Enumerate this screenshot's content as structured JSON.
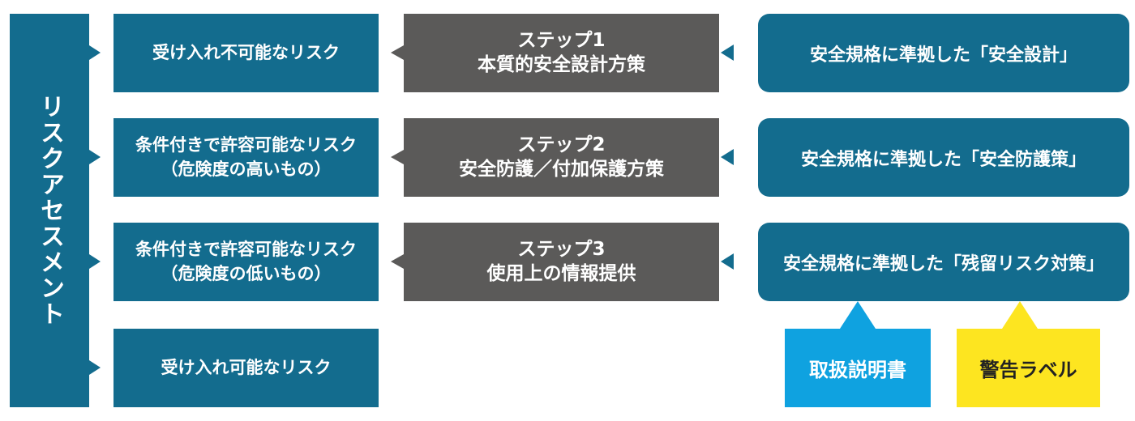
{
  "risk_assessment_label": "リスクアセスメント",
  "risk_levels": [
    {
      "line1": "受け入れ不可能なリスク",
      "line2": ""
    },
    {
      "line1": "条件付きで許容可能なリスク",
      "line2": "（危険度の高いもの）"
    },
    {
      "line1": "条件付きで許容可能なリスク",
      "line2": "（危険度の低いもの）"
    },
    {
      "line1": "受け入れ可能なリスク",
      "line2": ""
    }
  ],
  "steps": [
    {
      "label": "ステップ1",
      "measure": "本質的安全設計方策"
    },
    {
      "label": "ステップ2",
      "measure": "安全防護／付加保護方策"
    },
    {
      "label": "ステップ3",
      "measure": "使用上の情報提供"
    }
  ],
  "standards": [
    "安全規格に準拠した「安全設計」",
    "安全規格に準拠した「安全防護策」",
    "安全規格に準拠した「残留リスク対策」"
  ],
  "outputs": {
    "manual": "取扱説明書",
    "warning_label": "警告ラベル"
  },
  "colors": {
    "teal": "#136c8e",
    "gray": "#5b5a59",
    "blue": "#0fa2e0",
    "yellow": "#fde520"
  }
}
